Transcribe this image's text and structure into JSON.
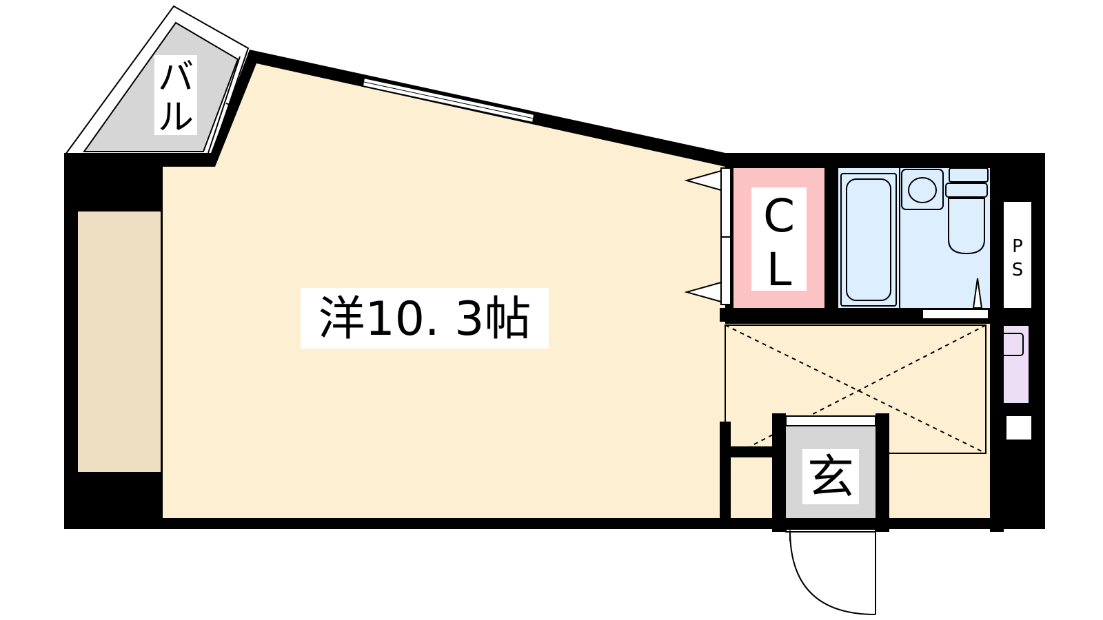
{
  "rooms": {
    "western": {
      "label": "洋10. 3帖"
    },
    "closet": {
      "label_top": "C",
      "label_bottom": "L"
    },
    "balcony": {
      "label_top": "バ",
      "label_bottom": "ル"
    },
    "entrance": {
      "label": "玄"
    },
    "pipe_space": {
      "label_top": "P",
      "label_bottom": "S"
    }
  },
  "colors": {
    "wall": "#000000",
    "western_floor": "#fdf0d2",
    "storage_floor": "#efdfc2",
    "closet_floor": "#fcc3c5",
    "wet_area_floor": "#ddeefe",
    "washer_area": "#ecdff5",
    "balcony_floor": "#d6d6d6",
    "entrance_floor": "#d6d6d6",
    "label_box": "#ffffff"
  }
}
